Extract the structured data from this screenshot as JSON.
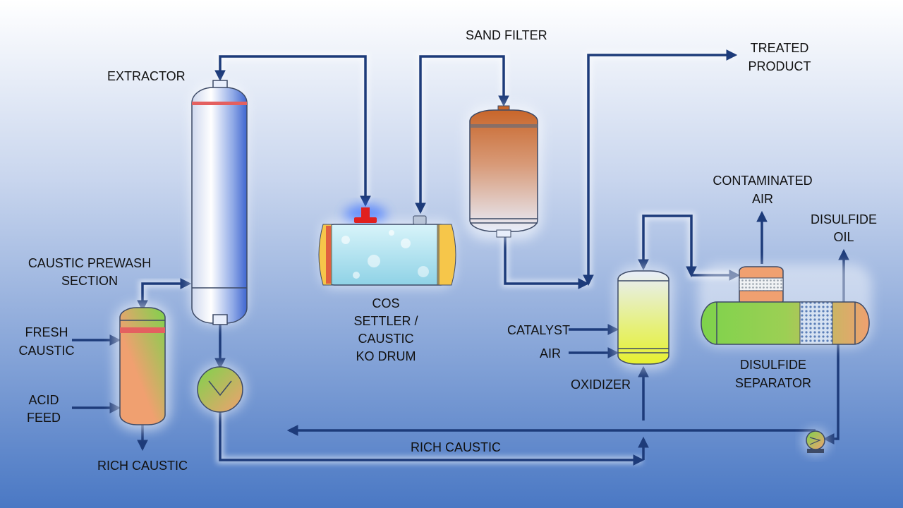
{
  "diagram": {
    "labels": {
      "extractor": "EXTRACTOR",
      "sand_filter": "SAND FILTER",
      "treated_product": [
        "TREATED",
        "PRODUCT"
      ],
      "caustic_prewash": [
        "CAUSTIC PREWASH",
        "SECTION"
      ],
      "fresh_caustic": [
        "FRESH",
        "CAUSTIC"
      ],
      "acid_feed": [
        "ACID",
        "FEED"
      ],
      "rich_caustic_bottom": "RICH CAUSTIC",
      "cos_settler": [
        "COS",
        "SETTLER /",
        "CAUSTIC",
        "KO DRUM"
      ],
      "contaminated_air": [
        "CONTAMINATED",
        "AIR"
      ],
      "disulfide_oil": [
        "DISULFIDE",
        "OIL"
      ],
      "catalyst": "CATALYST",
      "air": "AIR",
      "oxidizer": "OXIDIZER",
      "disulfide_separator": [
        "DISULFIDE",
        "SEPARATOR"
      ],
      "rich_caustic_line": "RICH CAUSTIC"
    },
    "colors": {
      "pipe": "#1d3b7a",
      "label": "#111111",
      "background_top": "#ffffff",
      "background_bottom": "#4a78c4",
      "valve": "#e0201e",
      "filter_top": "#c8662a",
      "green": "#7ed34c",
      "orange": "#f0a070",
      "yellow": "#e6f030"
    },
    "icons": {
      "pump": "pump-icon",
      "valve": "relief-valve-icon"
    }
  }
}
